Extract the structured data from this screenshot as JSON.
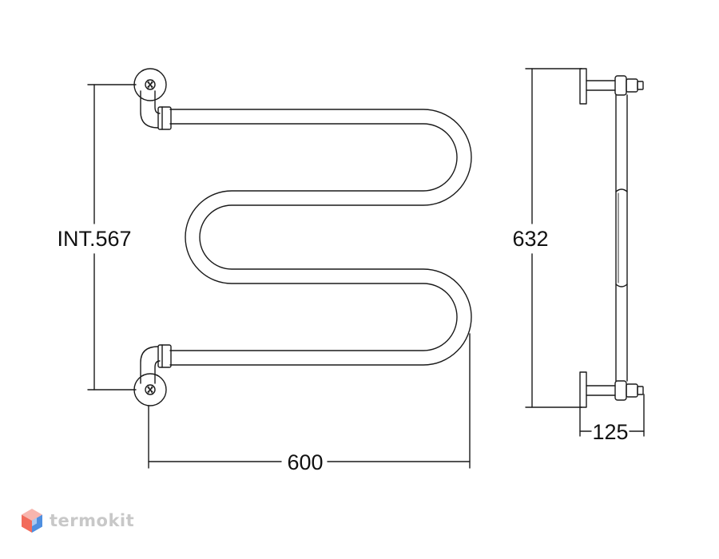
{
  "dimensions": {
    "interaxial": "INT.567",
    "width": "600",
    "height": "632",
    "depth": "125"
  },
  "brand": {
    "name": "termokit",
    "logo_icon": "hexagon-cube-icon",
    "logo_colors": [
      "#f26b5b",
      "#f7b5ae",
      "#4f8fe0",
      "#a9c8f1"
    ]
  },
  "colors": {
    "line": "#1a1a1a",
    "watermark_text": "#c8c8c8"
  }
}
